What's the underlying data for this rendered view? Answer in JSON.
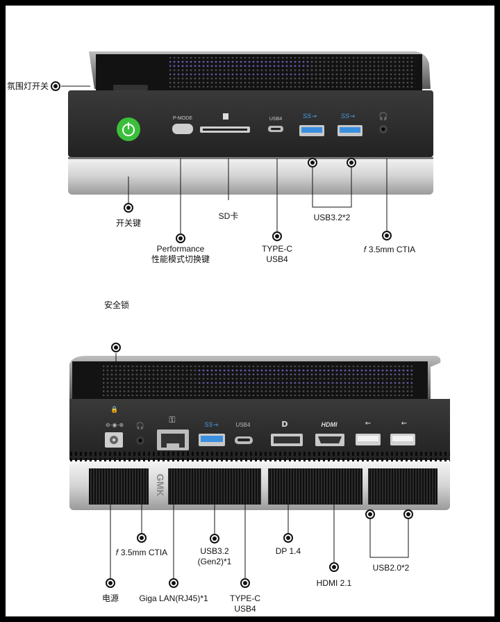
{
  "front": {
    "port_labels": {
      "pmode": "P-MODE",
      "usb4": "USB4"
    },
    "callouts": {
      "ambient_switch": "氛围灯开关",
      "power_key": "开关键",
      "perf_line1": "Performance",
      "perf_line2": "性能模式切换键",
      "sd": "SD卡",
      "typec_line1": "TYPE-C",
      "typec_line2": "USB4",
      "usb32": "USB3.2*2",
      "audio": "𝑓 3.5mm CTIA"
    }
  },
  "back": {
    "port_labels": {
      "usb4": "USB4",
      "hdmi": "HDMI",
      "brand": "GMK"
    },
    "callouts": {
      "security_lock": "安全锁",
      "power": "电源",
      "audio": "𝑓 3.5mm CTIA",
      "lan": "Giga LAN(RJ45)*1",
      "usb32_line1": "USB3.2",
      "usb32_line2": "(Gen2)*1",
      "typec_line1": "TYPE-C",
      "typec_line2": "USB4",
      "dp": "DP 1.4",
      "hdmi": "HDMI 2.1",
      "usb20": "USB2.0*2"
    }
  },
  "colors": {
    "device_dark": "#2a2a2a",
    "device_darker": "#141414",
    "metal": "#d8d8d8",
    "power_green": "#3bbf3b",
    "usb3_blue": "#3b8fe0",
    "grille": "#1a1a1a"
  }
}
